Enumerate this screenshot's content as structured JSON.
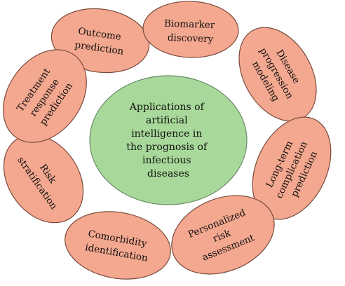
{
  "colors": {
    "outer_fill": "#f4a88f",
    "outer_stroke": "#7a4a3c",
    "center_fill": "#a8d99a",
    "center_stroke": "#6a8a66"
  },
  "center": {
    "lines": [
      "Applications of",
      "artificial",
      "intelligence in",
      "the prognosis of",
      "infectious",
      "diseases"
    ]
  },
  "nodes": [
    {
      "id": "outcome-prediction",
      "lines": [
        "Outcome",
        "prediction"
      ]
    },
    {
      "id": "biomarker-discovery",
      "lines": [
        "Biomarker",
        "discovery"
      ]
    },
    {
      "id": "disease-progression-modeling",
      "lines": [
        "Disease",
        "progression",
        "modeling"
      ]
    },
    {
      "id": "long-term-complication-prediction",
      "lines": [
        "Long-term",
        "complication",
        "prediction"
      ]
    },
    {
      "id": "personalized-risk-assessment",
      "lines": [
        "Personalized",
        "risk",
        "assessment"
      ]
    },
    {
      "id": "comorbidity-identification",
      "lines": [
        "Comorbidity",
        "identification"
      ]
    },
    {
      "id": "risk-stratification",
      "lines": [
        "Risk",
        "stratification"
      ]
    },
    {
      "id": "treatment-response-prediction",
      "lines": [
        "Treatment",
        "response",
        "prediction"
      ]
    }
  ]
}
